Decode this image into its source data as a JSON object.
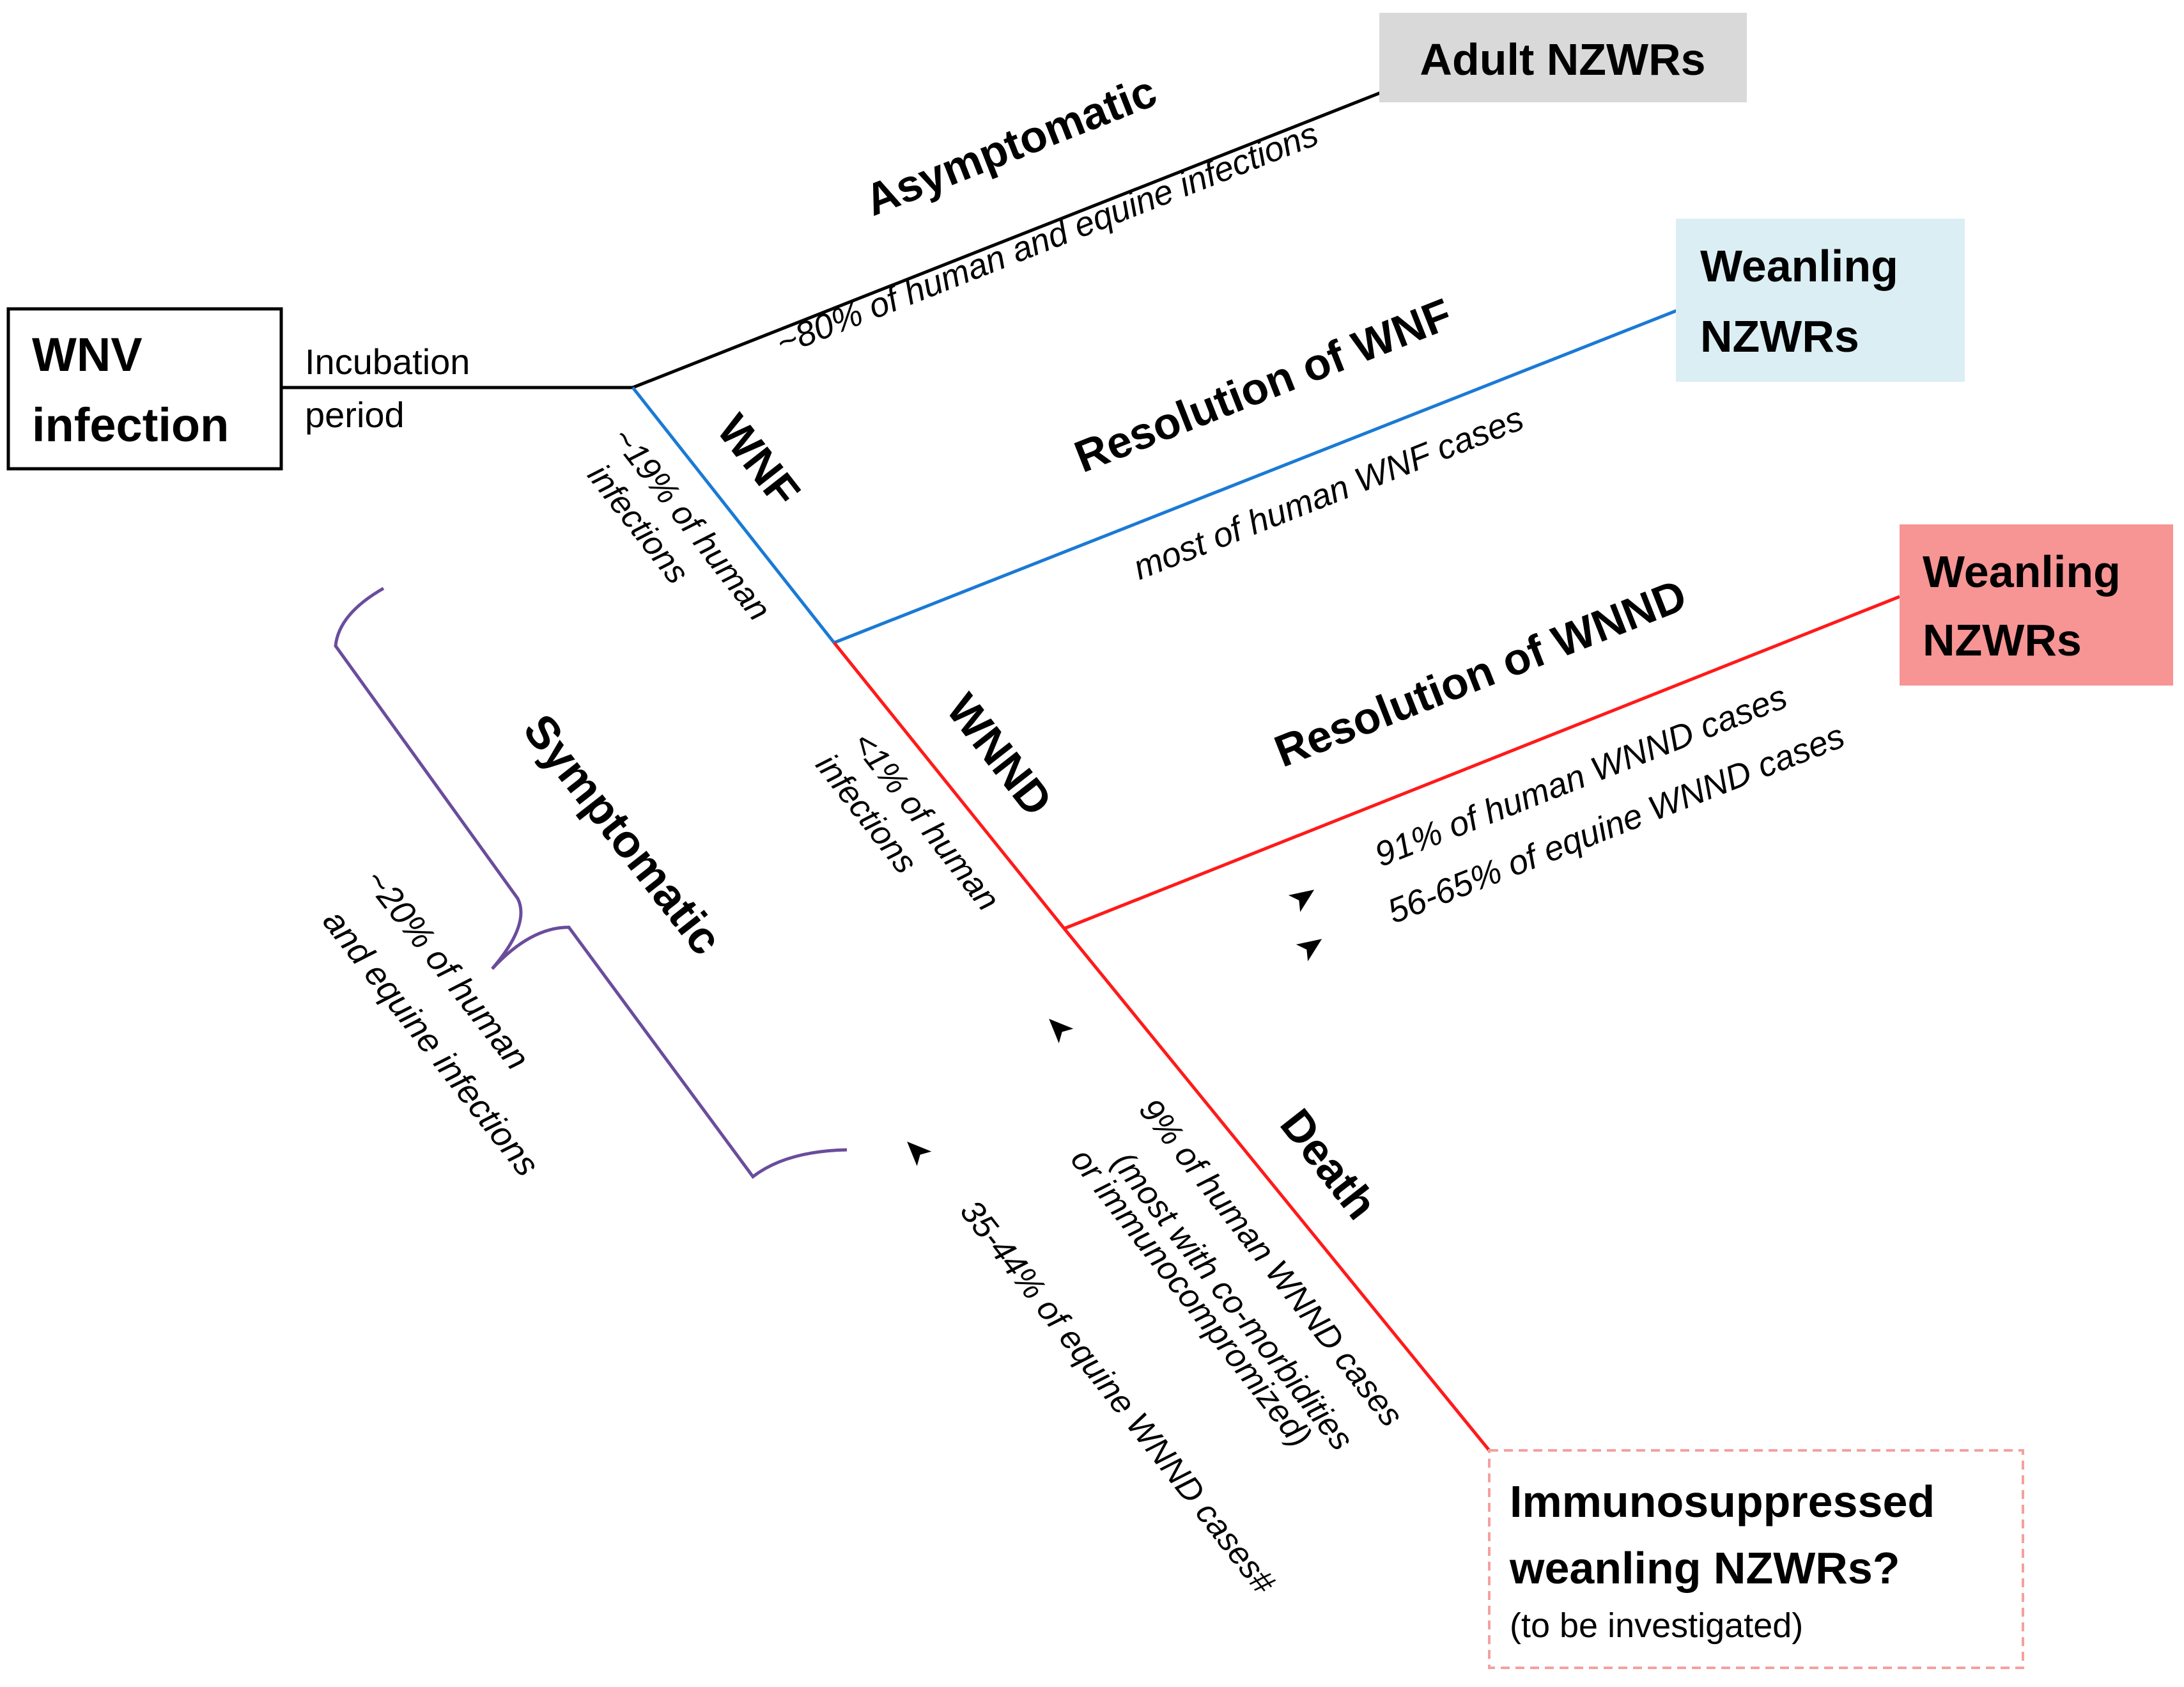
{
  "colors": {
    "black_line": "#000000",
    "wnf_line": "#1a7ad4",
    "wnnd_line": "#ff1a1a",
    "bracket": "#6a4c9c",
    "adult_box": "#d9d9d9",
    "weanling_wnf_box": "#dbeef4",
    "weanling_wnnd_box": "#f79494",
    "dashed_box_border": "#f4a0a0"
  },
  "start": {
    "line1": "WNV",
    "line2": "infection",
    "incubation_line1": "Incubation",
    "incubation_line2": "period"
  },
  "branches": {
    "asymptomatic": {
      "label": "Asymptomatic",
      "note": "~80% of human and equine infections",
      "outcome": "Adult NZWRs"
    },
    "wnf": {
      "label": "WNF",
      "note_line1": "~19% of human",
      "note_line2": "infections",
      "resolution_label": "Resolution of WNF",
      "resolution_note": "most of human WNF cases",
      "outcome_line1": "Weanling",
      "outcome_line2": "NZWRs"
    },
    "wnnd": {
      "label": "WNND",
      "note_line1": "<1% of human",
      "note_line2": "infections",
      "resolution_label": "Resolution of WNND",
      "resolution_note_human": "91% of human WNND cases",
      "resolution_note_equine": "56-65% of equine WNND cases",
      "outcome_line1": "Weanling",
      "outcome_line2": "NZWRs"
    },
    "death": {
      "label": "Death",
      "note_line1": "9% of human WNND cases",
      "note_line2": "(most with co-morbidities",
      "note_line3": "or immunocompromized)",
      "note_equine": "35-44% of equine WNND cases#",
      "outcome_line1": "Immunosuppressed",
      "outcome_line2": "weanling NZWRs?",
      "outcome_line3": "(to be investigated)"
    }
  },
  "symptomatic": {
    "label": "Symptomatic",
    "note_line1": "~20% of human",
    "note_line2": "and equine infections"
  }
}
